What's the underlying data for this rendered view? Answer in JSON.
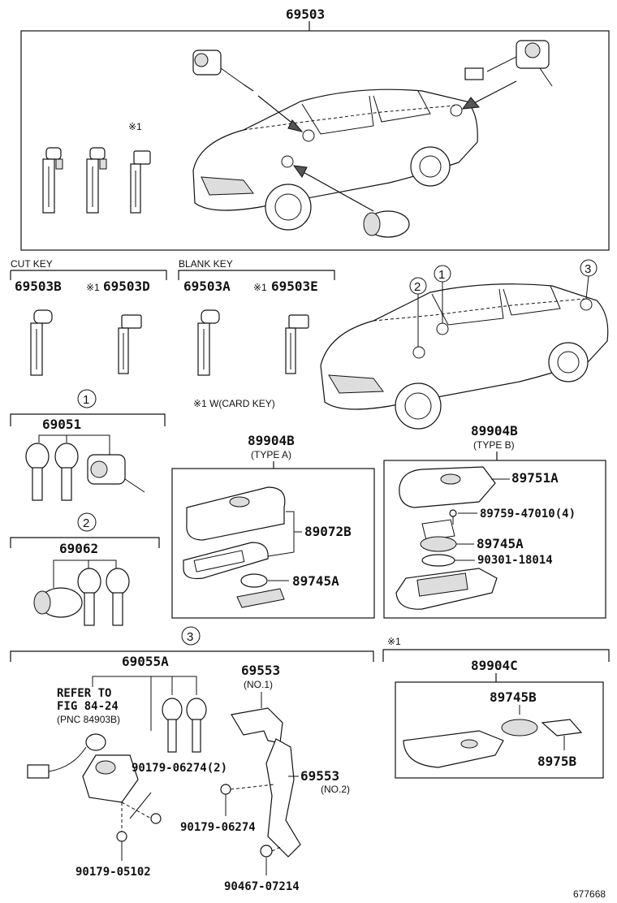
{
  "diagram": {
    "top_assembly": "69503",
    "mark_1": "※1",
    "cut_key": {
      "heading": "CUT KEY",
      "parts": [
        "69503B",
        "※1",
        "69503D"
      ]
    },
    "blank_key": {
      "heading": "BLANK KEY",
      "parts": [
        "69503A",
        "※1",
        "69503E"
      ]
    },
    "card_key_note": "※1 W(CARD KEY)",
    "circle_1": "1",
    "circle_2": "2",
    "circle_3": "3",
    "group_1": {
      "part": "69051"
    },
    "group_2": {
      "part": "69062"
    },
    "type_a": {
      "part": "89904B",
      "type_label": "(TYPE A)",
      "case": "89072B",
      "battery": "89745A"
    },
    "type_b": {
      "part": "89904B",
      "type_label": "(TYPE B)",
      "cover": "89751A",
      "screw": "89759-47010(4)",
      "battery": "89745A",
      "ring": "90301-18014"
    },
    "group_3": {
      "part": "69055A",
      "refer_1": "REFER TO",
      "refer_2": "FIG 84-24",
      "refer_3": "(PNC 84903B)",
      "screw_a": "90179-06274(2)",
      "screw_b": "90179-05102",
      "bracket_1": "69553",
      "bracket_1_sub": "(NO.1)",
      "bracket_2": "69553",
      "bracket_2_sub": "(NO.2)",
      "nut": "90179-06274",
      "bolt": "90467-07214"
    },
    "card_key": {
      "mark": "※1",
      "part": "89904C",
      "battery": "89745B",
      "plate": "8975B"
    },
    "figure_id": "677668"
  }
}
